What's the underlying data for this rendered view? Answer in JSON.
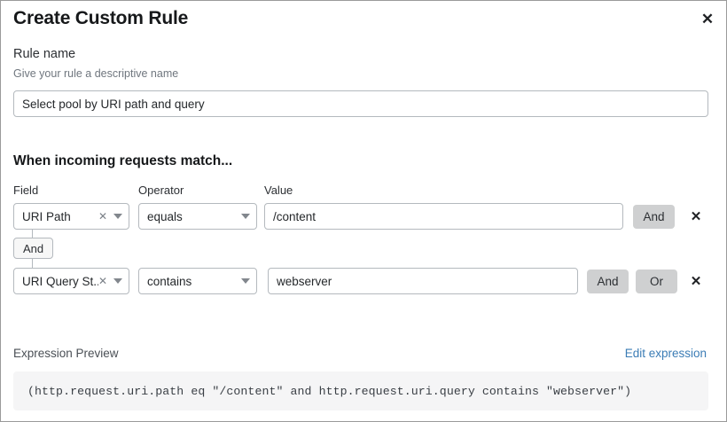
{
  "modal": {
    "title": "Create Custom Rule",
    "close_icon": "close-icon"
  },
  "rule_name": {
    "label": "Rule name",
    "help": "Give your rule a descriptive name",
    "value": "Select pool by URI path and query",
    "placeholder": "Select pool by URI path and query"
  },
  "match_section": {
    "heading": "When incoming requests match...",
    "columns": {
      "field": "Field",
      "operator": "Operator",
      "value": "Value"
    },
    "connector": {
      "label": "And"
    },
    "rows": [
      {
        "field": "URI Path",
        "clear_icon": "clear-icon",
        "caret_icon": "chevron-down-icon",
        "operator": "equals",
        "value": "/content",
        "and_label": "And",
        "delete_icon": "delete-icon"
      },
      {
        "field": "URI Query St...",
        "clear_icon": "clear-icon",
        "caret_icon": "chevron-down-icon",
        "operator": "contains",
        "value": "webserver",
        "and_label": "And",
        "or_label": "Or",
        "delete_icon": "delete-icon"
      }
    ]
  },
  "expression_preview": {
    "label": "Expression Preview",
    "edit_link": "Edit expression",
    "expression": "(http.request.uri.path eq \"/content\" and http.request.uri.query contains \"webserver\")"
  },
  "colors": {
    "link": "#3b7cb5",
    "logic_button_bg": "#cfd0d1",
    "preview_bg": "#f5f5f6",
    "border": "#b4b9be"
  }
}
